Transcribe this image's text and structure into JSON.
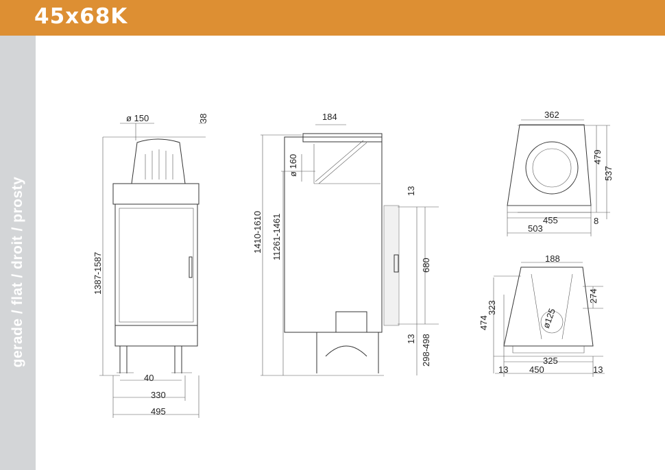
{
  "header": {
    "title": "45x68K"
  },
  "sidebar": {
    "label": "gerade / flat / droit / prosty"
  },
  "front_view": {
    "flue_diameter": "ø 150",
    "top_offset": "38",
    "height": "1387-1587",
    "leg_offset": "40",
    "inner_width": "330",
    "total_width": "495"
  },
  "side_view": {
    "flue_width": "184",
    "flue_diameter": "ø 160",
    "total_height": "1410-1610",
    "flue_height": "11261-1461",
    "door_top_gap": "13",
    "door_height": "680",
    "door_bottom_gap": "13",
    "base_height": "298-498"
  },
  "top_view": {
    "flue_width": "362",
    "inner_depth": "479",
    "total_depth": "537",
    "inner_width": "455",
    "back_offset": "8",
    "total_width": "503"
  },
  "bottom_view": {
    "top_width": "188",
    "inner_depth": "274",
    "mid_depth": "323",
    "total_depth": "474",
    "air_diameter": "ø125",
    "inner_width": "325",
    "total_width": "450",
    "left_offset": "13",
    "right_offset": "13"
  }
}
